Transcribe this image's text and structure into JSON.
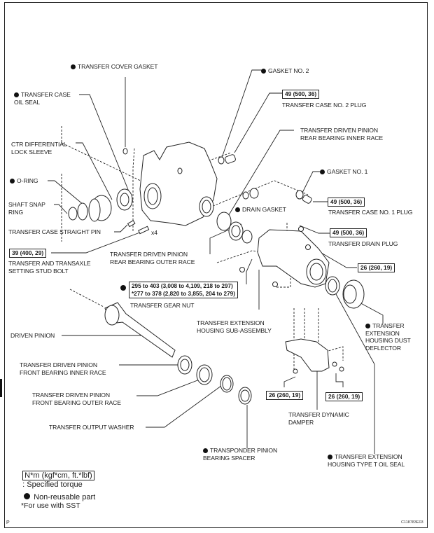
{
  "diagram": {
    "labels": {
      "transfer_cover_gasket": "TRANSFER COVER GASKET",
      "gasket_no2": "GASKET NO. 2",
      "transfer_case_oil_seal": "TRANSFER CASE\nOIL SEAL",
      "case_no2_plug": "TRANSFER CASE NO. 2 PLUG",
      "ctr_diff_lock_sleeve": "CTR DIFFERENTIAL\nLOCK SLEEVE",
      "driven_pinion_rear_inner": "TRANSFER DRIVEN PINION\nREAR BEARING INNER RACE",
      "o_ring": "O-RING",
      "gasket_no1": "GASKET NO. 1",
      "shaft_snap_ring": "SHAFT SNAP\nRING",
      "drain_gasket": "DRAIN GASKET",
      "case_no1_plug": "TRANSFER CASE NO. 1 PLUG",
      "case_straight_pin": "TRANSFER CASE STRAIGHT PIN",
      "x4": "x4",
      "drain_plug": "TRANSFER DRAIN PLUG",
      "setting_stud_bolt": "TRANSFER AND TRANSAXLE\nSETTING STUD BOLT",
      "driven_pinion_rear_outer": "TRANSFER DRIVEN PINION\nREAR BEARING OUTER RACE",
      "gear_nut": "TRANSFER GEAR NUT",
      "ext_housing_sub_assy": "TRANSFER EXTENSION\nHOUSING SUB-ASSEMBLY",
      "ext_housing_dust_deflector": "TRANSFER\nEXTENSION\nHOUSING DUST\nDEFLECTOR",
      "driven_pinion": "DRIVEN PINION",
      "driven_pinion_front_inner": "TRANSFER DRIVEN PINION\nFRONT BEARING INNER RACE",
      "driven_pinion_front_outer": "TRANSFER DRIVEN PINION\nFRONT BEARING OUTER RACE",
      "dynamic_damper": "TRANSFER DYNAMIC\nDAMPER",
      "output_washer": "TRANSFER OUTPUT WASHER",
      "pinion_bearing_spacer": "TRANSPONDER PINION\nBEARING SPACER",
      "ext_housing_oil_seal": "TRANSFER EXTENSION\nHOUSING TYPE T OIL SEAL"
    },
    "torques": {
      "case_no2_plug": "49 (500, 36)",
      "case_no1_plug": "49 (500, 36)",
      "drain_plug": "49 (500, 36)",
      "stud_bolt": "39 (400, 29)",
      "ext_housing_bolt": "26 (260, 19)",
      "gear_nut": "295 to 403 (3,008 to 4,109, 218 to 297)\n*277 to 378 (2,820 to 3,855, 204 to 279)",
      "damper_bolt_left": "26 (260, 19)",
      "damper_bolt_right": "26 (260, 19)"
    }
  },
  "legend": {
    "torque_unit": "N*m (kgf*cm, ft.*lbf)",
    "torque_desc": ": Specified torque",
    "non_reusable": "Non-reusable part",
    "sst_note": "*For use with SST"
  },
  "footer": {
    "page_marker": "P",
    "figure_code": "C118783E03"
  }
}
